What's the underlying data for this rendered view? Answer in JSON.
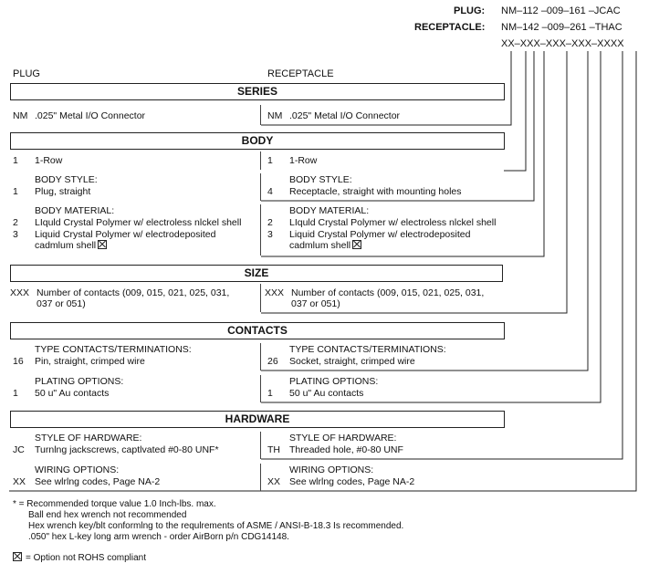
{
  "part_numbers": {
    "plug_label": "PLUG:",
    "plug_value": "NM–112 –009–161 –JCAC",
    "receptacle_label": "RECEPTACLE:",
    "receptacle_value": "NM–142 –009–261 –THAC",
    "template": "XX–XXX–XXX–XXX–XXXX"
  },
  "column_headers": {
    "plug": "PLUG",
    "receptacle": "RECEPTACLE"
  },
  "sections": {
    "series": {
      "title": "SERIES",
      "plug_code": "NM",
      "plug_text": ".025\" Metal I/O Connector",
      "rec_code": "NM",
      "rec_text": ".025\" Metal I/O Connector"
    },
    "body": {
      "title": "BODY",
      "rows_plug_code": "1",
      "rows_plug_text": "1-Row",
      "rows_rec_code": "1",
      "rows_rec_text": "1-Row",
      "style_label": "BODY STYLE:",
      "style_plug_code": "1",
      "style_plug_text": "Plug, straight",
      "style_rec_code": "4",
      "style_rec_text": "Receptacle, straight with mounting holes",
      "material_label": "BODY MATERIAL:",
      "mat1_code": "2",
      "mat1_text": "LIquld Crystal Polymer w/ electroless nlckel shell",
      "mat2_code": "3",
      "mat2_text": "Liquid Crystal Polymer w/ electrodeposited",
      "mat2_text2": "cadmlum shell"
    },
    "size": {
      "title": "SIZE",
      "plug_code": "XXX",
      "plug_text1": "Number of contacts (009, 015, 021, 025, 031,",
      "plug_text2": "037 or 051)",
      "rec_code": "XXX",
      "rec_text1": "Number of contacts (009, 015, 021, 025, 031,",
      "rec_text2": "037 or 051)"
    },
    "contacts": {
      "title": "CONTACTS",
      "type_label": "TYPE CONTACTS/TERMINATIONS:",
      "type_plug_code": "16",
      "type_plug_text": "Pin, straight, crimped wire",
      "type_rec_code": "26",
      "type_rec_text": "Socket, straight, crimped wire",
      "plating_label": "PLATING OPTIONS:",
      "plating_plug_code": "1",
      "plating_plug_text": "50 u\" Au contacts",
      "plating_rec_code": "1",
      "plating_rec_text": "50 u\" Au contacts"
    },
    "hardware": {
      "title": "HARDWARE",
      "style_label": "STYLE OF HARDWARE:",
      "style_plug_code": "JC",
      "style_plug_text": "Turnlng jackscrews, captlvated #0-80 UNF*",
      "style_rec_code": "TH",
      "style_rec_text": "Threaded hole, #0-80 UNF",
      "wiring_label": "WIRING OPTIONS:",
      "wiring_plug_code": "XX",
      "wiring_plug_text": "See wlrlng codes, Page NA-2",
      "wiring_rec_code": "XX",
      "wiring_rec_text": "See wlrlng codes, Page NA-2"
    }
  },
  "footnotes": {
    "line1": "* = Recommended torque value 1.0 Inch-lbs. max.",
    "line2": "Ball end hex wrench not recommended",
    "line3": "Hex wrench key/blt conformlng to the requlrements of ASME / ANSI-B-18.3 Is recommended.",
    "line4": ".050\" hex L-key long arm wrench - order AirBorn p/n CDG14148.",
    "rohs": "= Option not ROHS compliant"
  }
}
